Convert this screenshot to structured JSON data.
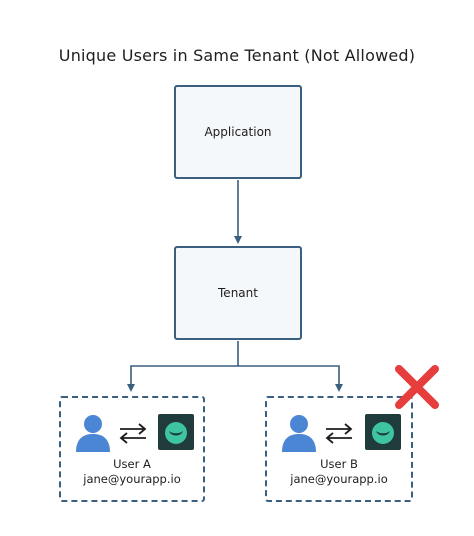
{
  "diagram": {
    "title": "Unique Users in Same Tenant (Not Allowed)",
    "nodes": {
      "application": {
        "label": "Application"
      },
      "tenant": {
        "label": "Tenant"
      }
    },
    "users": [
      {
        "name": "User A",
        "email": "jane@yourapp.io",
        "denied": false
      },
      {
        "name": "User B",
        "email": "jane@yourapp.io",
        "denied": true
      }
    ],
    "edges": [
      {
        "from": "application",
        "to": "tenant"
      },
      {
        "from": "tenant",
        "to": "User A"
      },
      {
        "from": "tenant",
        "to": "User B"
      }
    ],
    "icons": {
      "user": "user-icon",
      "swap": "swap-arrows-icon",
      "app": "app-logo-icon",
      "deny": "red-x-icon"
    },
    "colors": {
      "border": "#3a5f7f",
      "box_fill": "#f4f8fb",
      "user_icon": "#4a86d4",
      "app_icon_bg": "#1f3b3a",
      "app_icon_accent": "#3ec5a0",
      "deny": "#e63d3d"
    }
  }
}
